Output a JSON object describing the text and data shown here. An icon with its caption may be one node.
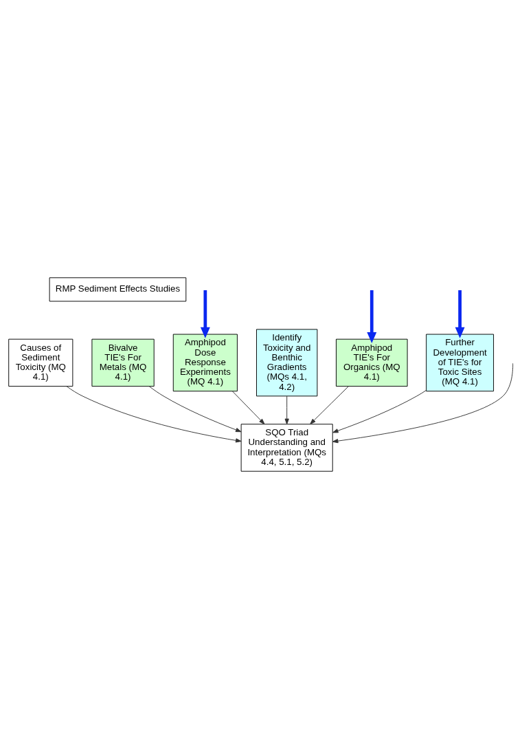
{
  "diagram": {
    "nodes": [
      {
        "text": [
          "RMP Sediment Effects Studies"
        ]
      },
      {
        "text": [
          "Causes of Sediment Toxicity (MQ 4.1)"
        ]
      },
      {
        "text": [
          "Bivalve TIE's For Metals (MQ 4.1)"
        ]
      },
      {
        "text": [
          "Amphipod Dose Response Experiments (MQ 4.1)"
        ]
      },
      {
        "text": [
          "Identify Toxicity and Benthic Gradients (MQs 4.1, 4.2)"
        ]
      },
      {
        "text": [
          "Amphipod TIE's For Organics (MQ 4.1)"
        ]
      },
      {
        "text": [
          "Further Development of TIE's for Toxic Sites (MQ 4.1)"
        ]
      },
      {
        "text": [
          "SQO Triad Understanding and Interpretation (MQs 4.4, 5.1, 5.2)"
        ]
      }
    ],
    "edges": [
      {
        "from": 1,
        "to": 7,
        "arrow": "to"
      },
      {
        "from": 2,
        "to": 7,
        "arrow": "to"
      },
      {
        "from": 3,
        "to": 7,
        "arrow": "to"
      },
      {
        "from": 5,
        "to": 7,
        "arrow": "to"
      },
      {
        "from": 6,
        "to": 7,
        "arrow": "to"
      },
      {
        "from": 4,
        "to": 7,
        "arrow": "to"
      },
      {
        "from": null,
        "to": 7,
        "arrow": "to"
      },
      {
        "from": null,
        "to": 3,
        "arrow": "to",
        "style": "thick",
        "color": "#0a28f0"
      },
      {
        "from": null,
        "to": 5,
        "arrow": "to",
        "style": "thick",
        "color": "#0a28f0"
      },
      {
        "from": null,
        "to": 6,
        "arrow": "to",
        "style": "thick",
        "color": "#0a28f0"
      }
    ]
  }
}
